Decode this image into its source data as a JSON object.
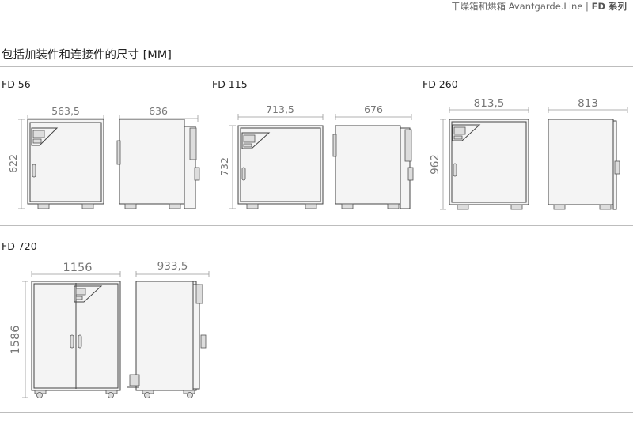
{
  "header": {
    "product_line": "干燥箱和烘箱 Avantgarde.Line",
    "separator": " | ",
    "series": "FD 系列"
  },
  "section": {
    "title": "包括加装件和连接件的尺寸 [MM]"
  },
  "models": [
    {
      "name": "FD 56",
      "width": "563,5",
      "depth": "636",
      "height": "622"
    },
    {
      "name": "FD 115",
      "width": "713,5",
      "depth": "676",
      "height": "732"
    },
    {
      "name": "FD 260",
      "width": "813,5",
      "depth": "813",
      "height": "962"
    },
    {
      "name": "FD 720",
      "width": "1156",
      "depth": "933,5",
      "height": "1586"
    }
  ],
  "colors": {
    "line": "#444444",
    "dimension": "#888888",
    "panel": "#f2f2f2",
    "rule": "#bdbdbd"
  }
}
